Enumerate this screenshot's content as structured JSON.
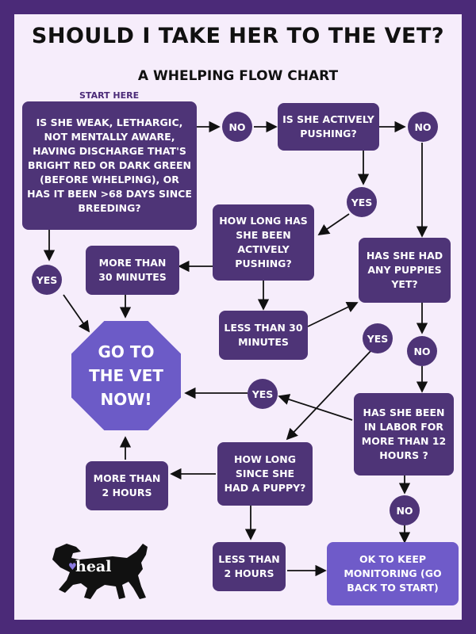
{
  "title": "SHOULD I TAKE HER TO THE VET?",
  "subtitle": "A WHELPING FLOW CHART",
  "start_label": "START HERE",
  "nodes": {
    "q1": "IS SHE WEAK, LETHARGIC, NOT MENTALLY AWARE, HAVING DISCHARGE THAT'S BRIGHT RED OR DARK GREEN (BEFORE WHELPING), OR HAS IT BEEN >68 DAYS SINCE BREEDING?",
    "q2": "IS SHE ACTIVELY PUSHING?",
    "q3": "HOW LONG HAS SHE BEEN ACTIVELY PUSHING?",
    "q4": "HAS SHE HAD ANY PUPPIES YET?",
    "q5": "HAS SHE BEEN IN LABOR FOR MORE THAN 12 HOURS ?",
    "q6": "HOW LONG SINCE SHE HAD A PUPPY?",
    "more30": "MORE THAN 30 MINUTES",
    "less30": "LESS THAN 30 MINUTES",
    "more2": "MORE THAN 2 HOURS",
    "less2": "LESS THAN 2 HOURS",
    "vet": "GO TO THE VET NOW!",
    "ok": "OK TO KEEP MONITORING (GO BACK TO START)"
  },
  "answers": {
    "no1": "NO",
    "no2": "NO",
    "no3": "NO",
    "no4": "NO",
    "yes1": "YES",
    "yes2": "YES",
    "yes3": "YES",
    "yes4": "YES"
  },
  "logo_text": "heal",
  "colors": {
    "frame": "#4b2a78",
    "background": "#f6edfb",
    "box": "#4e3477",
    "accent": "#6c5bc7"
  }
}
